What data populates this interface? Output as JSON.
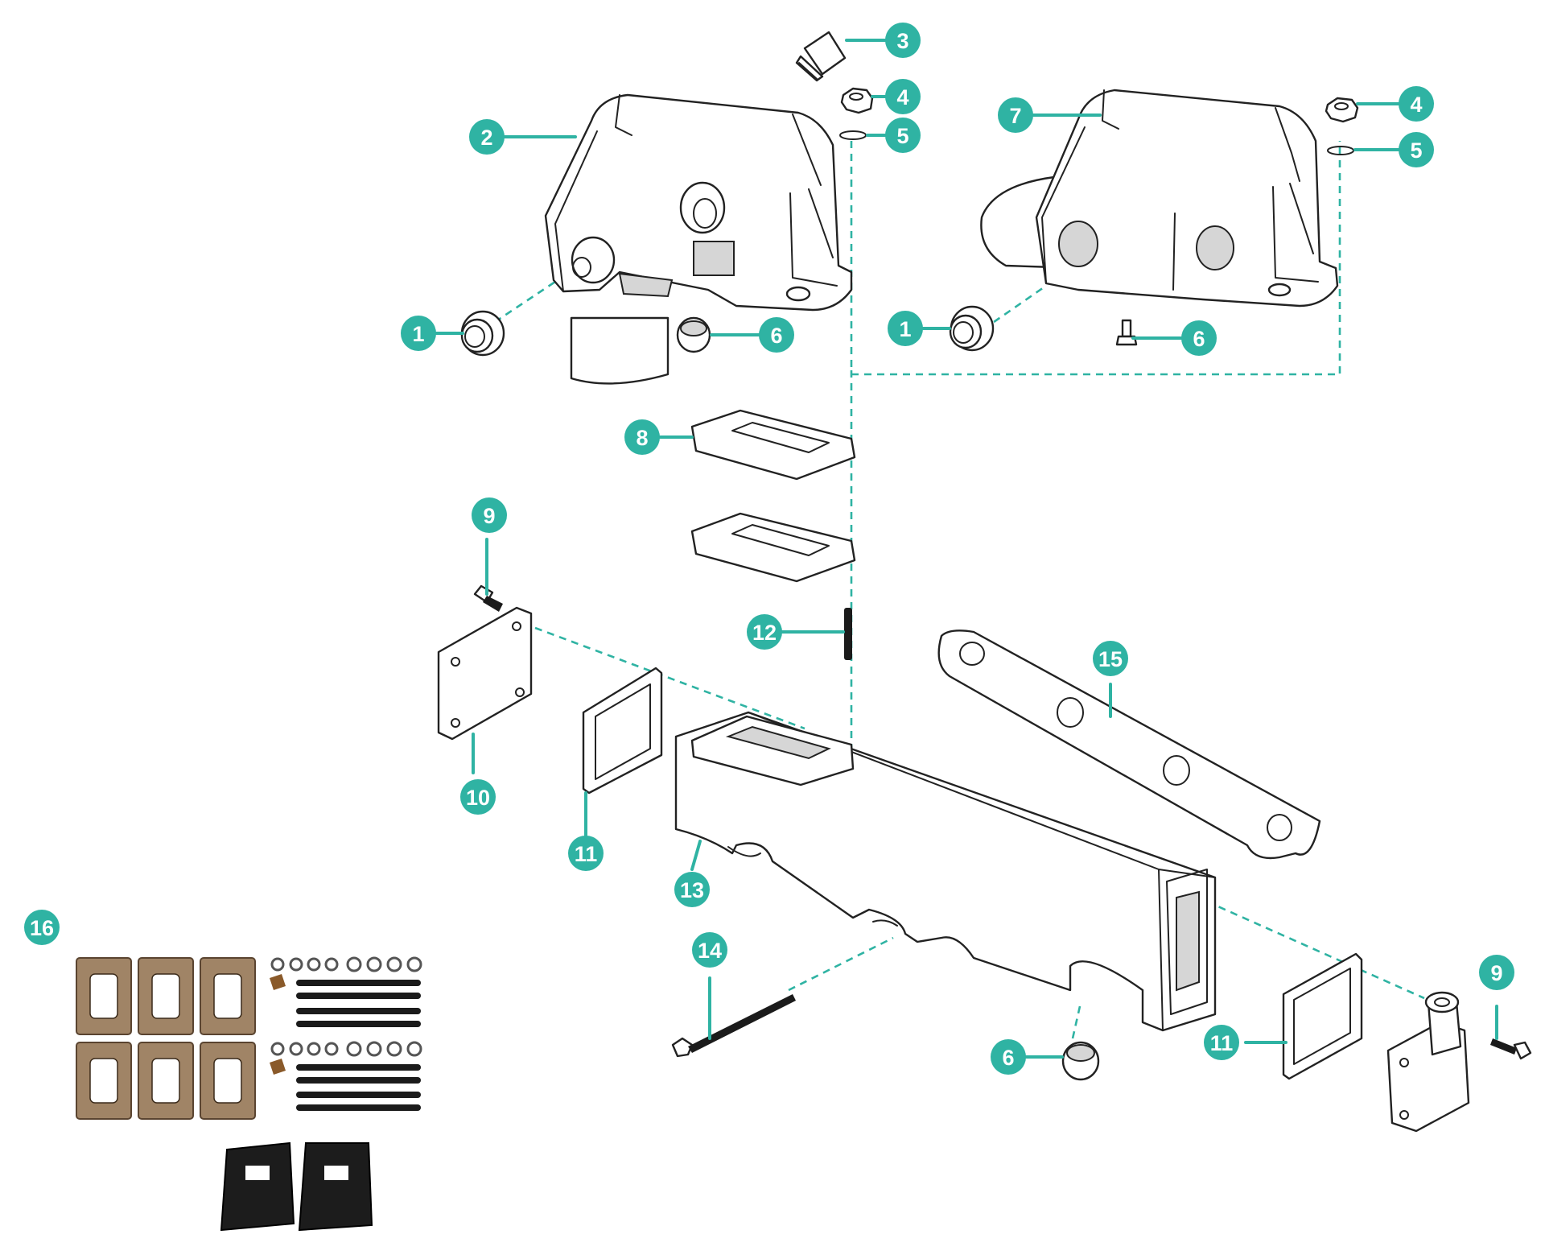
{
  "diagram": {
    "type": "exploded parts diagram",
    "accent_color": "#2fb3a3",
    "callouts": [
      {
        "id": "c1a",
        "label": "1"
      },
      {
        "id": "c1b",
        "label": "1"
      },
      {
        "id": "c2",
        "label": "2"
      },
      {
        "id": "c3",
        "label": "3"
      },
      {
        "id": "c4a",
        "label": "4"
      },
      {
        "id": "c4b",
        "label": "4"
      },
      {
        "id": "c5a",
        "label": "5"
      },
      {
        "id": "c5b",
        "label": "5"
      },
      {
        "id": "c6a",
        "label": "6"
      },
      {
        "id": "c6b",
        "label": "6"
      },
      {
        "id": "c6c",
        "label": "6"
      },
      {
        "id": "c7",
        "label": "7"
      },
      {
        "id": "c8",
        "label": "8"
      },
      {
        "id": "c9a",
        "label": "9"
      },
      {
        "id": "c9b",
        "label": "9"
      },
      {
        "id": "c10",
        "label": "10"
      },
      {
        "id": "c11a",
        "label": "11"
      },
      {
        "id": "c11b",
        "label": "11"
      },
      {
        "id": "c12",
        "label": "12"
      },
      {
        "id": "c13",
        "label": "13"
      },
      {
        "id": "c14",
        "label": "14"
      },
      {
        "id": "c15",
        "label": "15"
      },
      {
        "id": "c16",
        "label": "16"
      }
    ]
  }
}
